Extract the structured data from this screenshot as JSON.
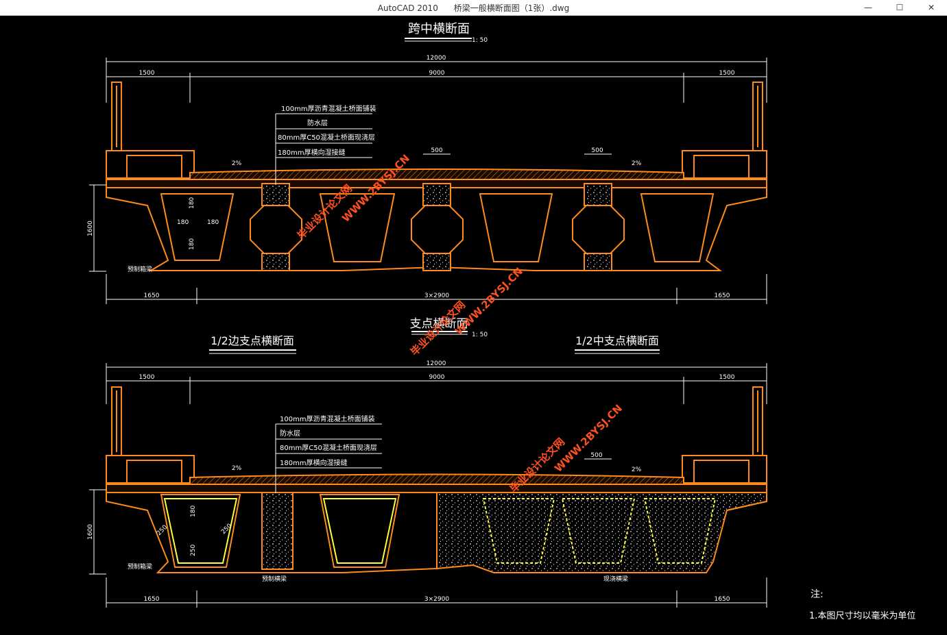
{
  "window": {
    "app_name": "AutoCAD 2010",
    "file_name": "桥梁一般横断面图（1张）.dwg",
    "title": "AutoCAD 2010      桥梁一般横断面图（1张）.dwg"
  },
  "colors": {
    "background": "#000000",
    "structure": "#ff8c1a",
    "dimension": "#ffffff",
    "highlight": "#ffff33",
    "watermark": "#ff5020"
  },
  "drawing": {
    "section1": {
      "title": "跨中横断面",
      "scale": "1: 50",
      "dims": {
        "total": "12000",
        "left": "1500",
        "middle": "9000",
        "right": "1500",
        "height": "1600",
        "bottom_left": "1650",
        "bottom_mid": "3×2900",
        "bottom_right": "1650",
        "gap1": "500",
        "gap2": "500",
        "slope_left": "2%",
        "slope_right": "2%",
        "web_a": "180",
        "web_b": "180",
        "web_c": "180",
        "web_d": "180"
      },
      "layers": [
        "100mm厚沥青混凝土桥面铺装",
        "防水层",
        "80mm厚C50混凝土桥面现浇层",
        "180mm厚横向湿接缝"
      ],
      "label_girder": "预制箱梁"
    },
    "section2": {
      "title": "支点横断面",
      "scale": "1: 50",
      "sub_left": "1/2边支点横断面",
      "sub_right": "1/2中支点横断面",
      "dims": {
        "total": "12000",
        "left": "1500",
        "middle": "9000",
        "right": "1500",
        "height": "1600",
        "bottom_left": "1650",
        "bottom_mid": "3×2900",
        "bottom_right": "1650",
        "gap": "500",
        "slope_left": "2%",
        "slope_right": "2%",
        "web_a": "250",
        "web_b": "250",
        "web_c": "180",
        "web_d": "250"
      },
      "layers": [
        "100mm厚沥青混凝土桥面铺装",
        "防水层",
        "80mm厚C50混凝土桥面现浇层",
        "180mm厚横向湿接缝"
      ],
      "label_girder1": "预制箱梁",
      "label_girder2": "预制横梁",
      "label_girder3": "现浇横梁"
    },
    "watermarks": [
      "毕业设计论文网",
      "WWW.2BYSJ.CN"
    ],
    "notes": {
      "heading": "注:",
      "line1": "1.本图尺寸均以毫米为单位"
    }
  }
}
